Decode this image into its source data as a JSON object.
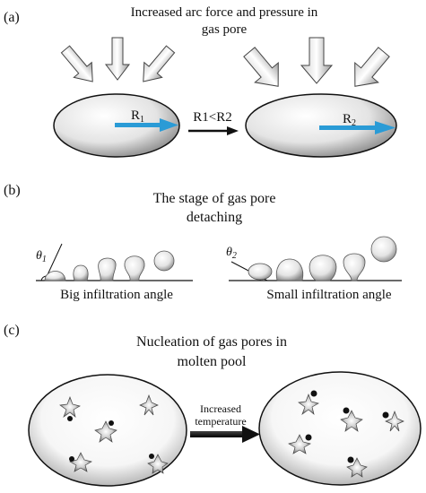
{
  "panel_a": {
    "label": "(a)",
    "title_line1": "Increased arc force and pressure in",
    "title_line2": "gas pore",
    "r1_label": "R",
    "r1_sub": "1",
    "r2_label": "R",
    "r2_sub": "2",
    "compare_label": "R1<R2"
  },
  "panel_b": {
    "label": "(b)",
    "title_line1": "The stage of gas pore",
    "title_line2": "detaching",
    "theta1_symbol": "θ",
    "theta1_sub": "1",
    "theta2_symbol": "θ",
    "theta2_sub": "2",
    "caption_left": "Big infiltration angle",
    "caption_right": "Small infiltration angle"
  },
  "panel_c": {
    "label": "(c)",
    "title_line1": "Nucleation of gas pores in",
    "title_line2": "molten pool",
    "arrow_line1": "Increased",
    "arrow_line2": "temperature"
  },
  "colors": {
    "radius_arrow": "#2a9bd6",
    "outline": "#111111"
  }
}
